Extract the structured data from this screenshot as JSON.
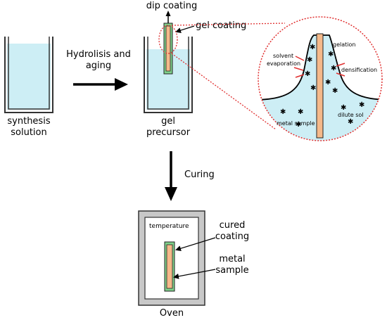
{
  "labels": {
    "synthesis_line1": "synthesis",
    "synthesis_line2": "solution",
    "hydrolysis_line1": "Hydrolisis and",
    "hydrolysis_line2": "aging",
    "dip_coating": "dip coating",
    "gel_coating": "gel coating",
    "gel_line1": "gel",
    "gel_line2": "precursor",
    "curing": "Curing",
    "temperature": "temperature",
    "cured_line1": "cured",
    "cured_line2": "coating",
    "metal_line1": "metal",
    "metal_line2": "sample",
    "oven": "Oven"
  },
  "zoom_labels": {
    "gelation": "gelation",
    "solvent_line1": "solvent",
    "solvent_line2": "evaporation",
    "densification": "densification",
    "dilute_sol": "dilute sol",
    "metal_sample": "metal sample"
  },
  "colors": {
    "solution": "#cdeef5",
    "sample": "#f5b98a",
    "coating": "#7fd18b",
    "oven_wall": "#c8c8c8",
    "zoom_line": "#e03030",
    "arrow": "#000000"
  }
}
